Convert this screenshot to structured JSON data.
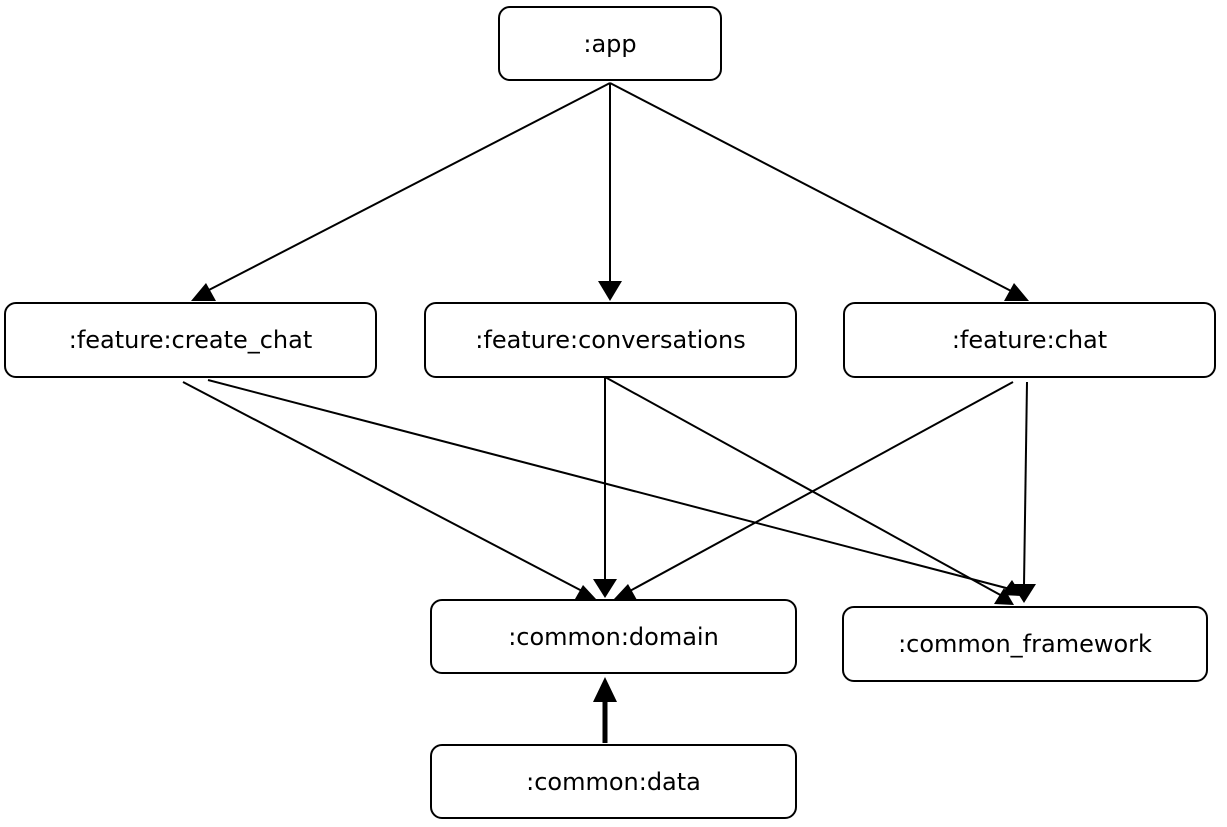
{
  "nodes": {
    "app": ":app",
    "create_chat": ":feature:create_chat",
    "conversations": ":feature:conversations",
    "chat": ":feature:chat",
    "domain": ":common:domain",
    "framework": ":common_framework",
    "data": ":common:data"
  },
  "edges": [
    {
      "from": "app",
      "to": "create_chat"
    },
    {
      "from": "app",
      "to": "conversations"
    },
    {
      "from": "app",
      "to": "chat"
    },
    {
      "from": "create_chat",
      "to": "domain"
    },
    {
      "from": "create_chat",
      "to": "framework"
    },
    {
      "from": "conversations",
      "to": "domain"
    },
    {
      "from": "conversations",
      "to": "framework"
    },
    {
      "from": "chat",
      "to": "domain"
    },
    {
      "from": "chat",
      "to": "framework"
    },
    {
      "from": "data",
      "to": "domain"
    }
  ],
  "colors": {
    "stroke": "#000000",
    "background": "#ffffff"
  }
}
